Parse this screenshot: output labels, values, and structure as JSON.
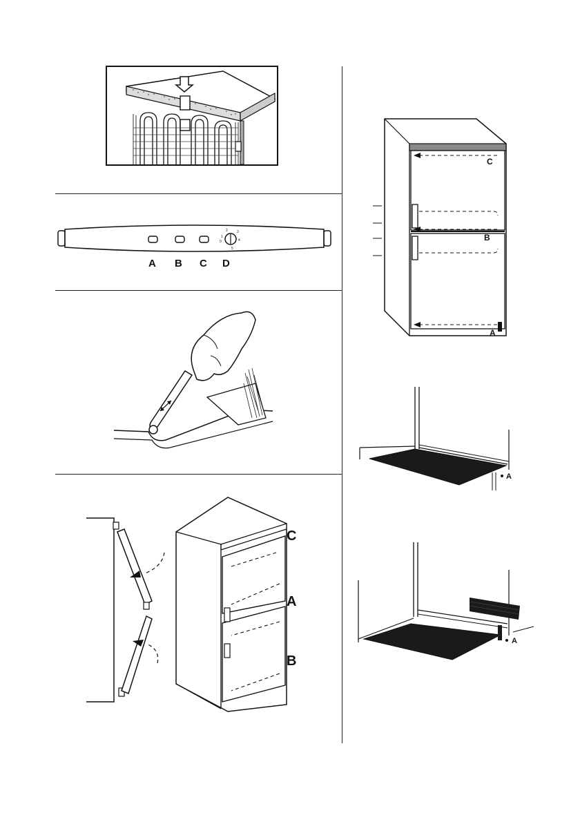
{
  "figures": {
    "top_figure": {
      "frame": true
    },
    "control_panel": {
      "labels": [
        "A",
        "B",
        "C",
        "D"
      ],
      "dial_numbers": [
        "0",
        "1",
        "2",
        "3",
        "4",
        "5"
      ]
    },
    "hand_tool": {},
    "door_reversal": {
      "labels": [
        "C",
        "A",
        "B"
      ]
    },
    "fridge_arrows": {
      "labels": [
        "C",
        "B",
        "A"
      ]
    },
    "base_detail_1": {
      "label": "A"
    },
    "base_detail_2": {
      "label": "A"
    }
  }
}
